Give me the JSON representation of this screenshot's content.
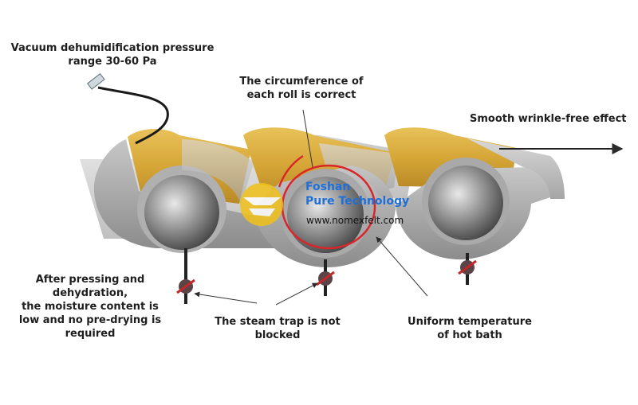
{
  "annotations": {
    "vacuum": "Vacuum dehumidification pressure\nrange 30-60 Pa",
    "circumference": "The circumference of\neach roll is correct",
    "smooth": "Smooth wrinkle-free effect",
    "pressing": "After pressing and\ndehydration,\nthe moisture content is\nlow and no pre-drying is\nrequired",
    "steam_trap": "The steam trap is not\nblocked",
    "uniform_temp": "Uniform temperature\nof hot bath"
  },
  "watermark": {
    "company": "Foshan\nPure Technology",
    "url": "www.nomexfelt.com"
  },
  "colors": {
    "roll_yellow": "#d8a838",
    "steel": "#9a9a9a",
    "valve_red": "#c0282a",
    "arrow": "#3a3a3a"
  }
}
